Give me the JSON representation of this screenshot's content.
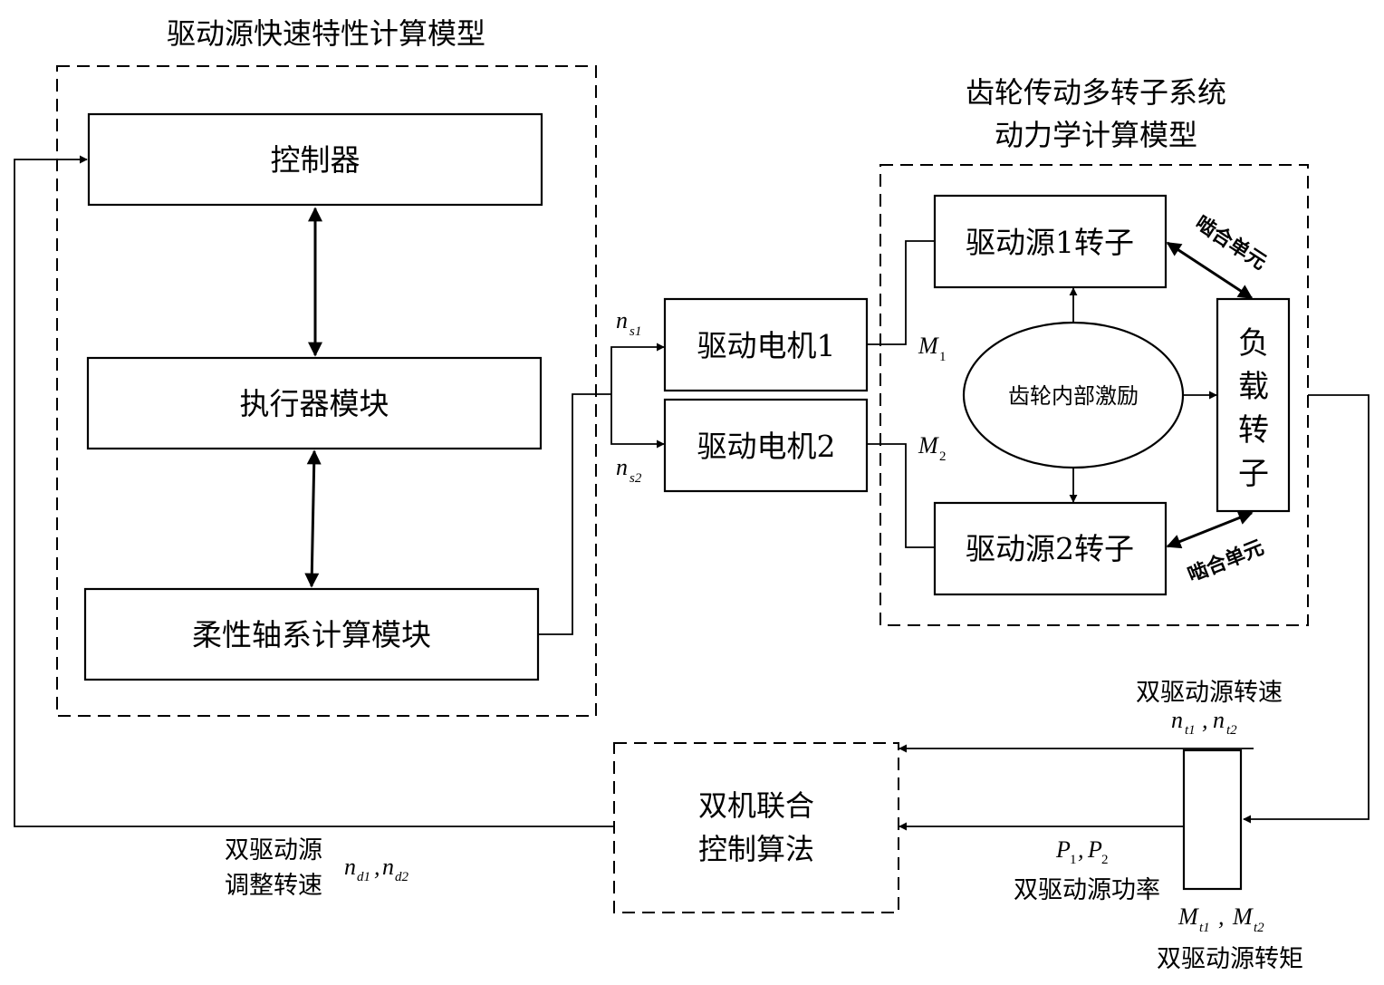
{
  "left_group": {
    "title": "驱动源快速特性计算模型",
    "controller": "控制器",
    "actuator": "执行器模块",
    "shaft": "柔性轴系计算模块"
  },
  "right_group": {
    "title_line1": "齿轮传动多转子系统",
    "title_line2": "动力学计算模型",
    "rotor1": "驱动源1转子",
    "rotor2": "驱动源2转子",
    "excitation": "齿轮内部激励",
    "load_chars": [
      "负",
      "载",
      "转",
      "子"
    ],
    "mesh_unit_top": "啮合单元",
    "mesh_unit_bottom": "啮合单元"
  },
  "motors": {
    "motor1": "驱动电机1",
    "motor2": "驱动电机2"
  },
  "control": {
    "line1": "双机联合",
    "line2": "控制算法"
  },
  "symbols": {
    "ns1": {
      "main": "n",
      "sub": "s1"
    },
    "ns2": {
      "main": "n",
      "sub": "s2"
    },
    "M1": {
      "main": "M",
      "sub": "1"
    },
    "M2": {
      "main": "M",
      "sub": "2"
    },
    "nt1": {
      "main": "n",
      "sub": "t1"
    },
    "nt2": {
      "main": "n",
      "sub": "t2"
    },
    "P1": {
      "main": "P",
      "sub": "1"
    },
    "P2": {
      "main": "P",
      "sub": "2"
    },
    "Mt1": {
      "main": "M",
      "sub": "t1"
    },
    "Mt2": {
      "main": "M",
      "sub": "t2"
    },
    "nd1": {
      "main": "n",
      "sub": "d1"
    },
    "nd2": {
      "main": "n",
      "sub": "d2"
    }
  },
  "signals": {
    "speed": "双驱动源转速",
    "power": "双驱动源功率",
    "torque": "双驱动源转矩",
    "adjust_line1": "双驱动源",
    "adjust_line2": "调整转速"
  },
  "sep": ","
}
